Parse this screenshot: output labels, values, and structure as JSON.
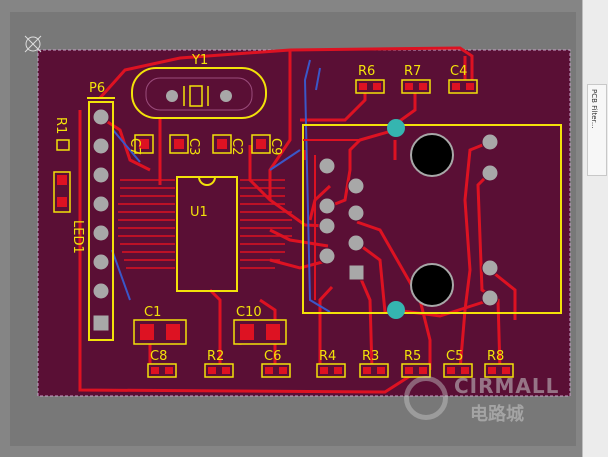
{
  "board": {
    "crystal_ref": "Y1",
    "header_ref": "P6",
    "ic_ref": "U1",
    "led_ref": "LED1",
    "r1_ref": "R1",
    "top_refs": [
      "R6",
      "R7",
      "C4"
    ],
    "cap_refs_top": [
      "C7",
      "C3",
      "C2",
      "C9"
    ],
    "bottom_refs": [
      "C1",
      "C10",
      "C8",
      "R2",
      "C6",
      "R4",
      "R3",
      "R5",
      "C5",
      "R8"
    ]
  },
  "watermark": {
    "brand_en": "CIRMALL",
    "brand_cn": "电路城"
  },
  "panel": {
    "tab_label": "PCB Filter..."
  },
  "colors": {
    "board": "#5a0f35",
    "trace": "#dd1222",
    "silk": "#f2e20a",
    "pad": "#a8a8a8",
    "via": "#35b5b0",
    "blue_trace": "#3a57c8"
  }
}
